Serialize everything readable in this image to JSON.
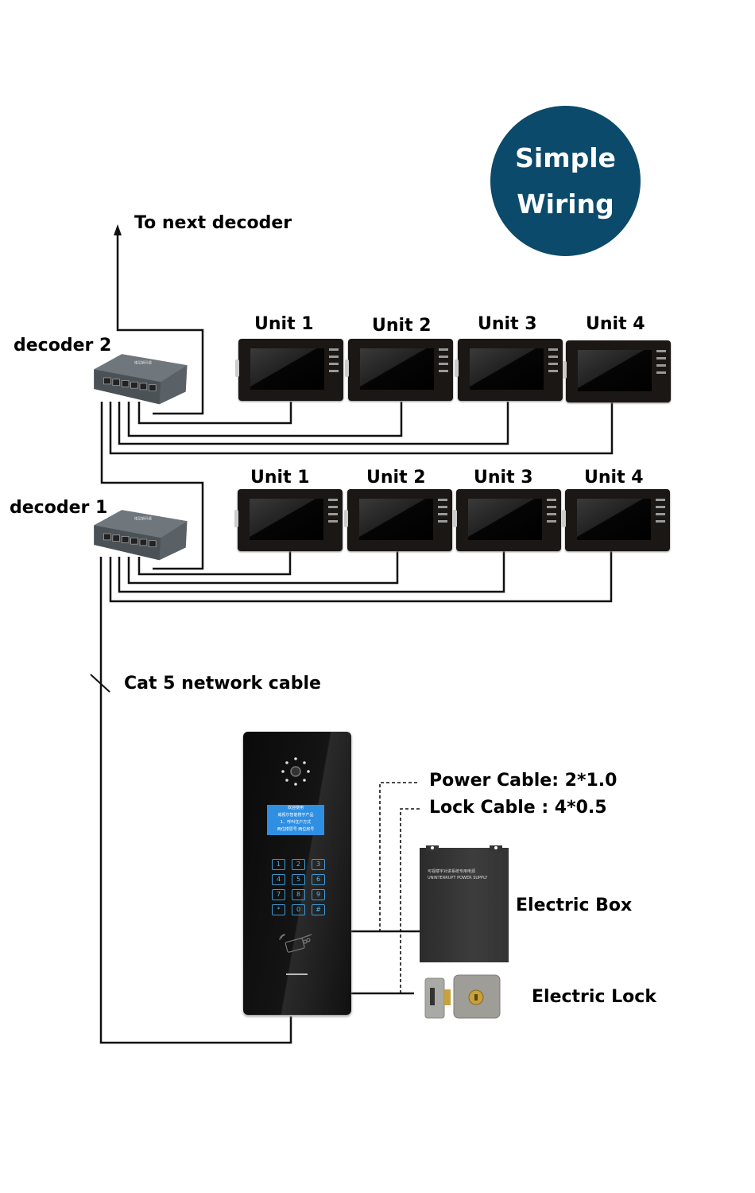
{
  "badge": {
    "line1": "Simple",
    "line2": "Wiring",
    "color": "#0b4a6b"
  },
  "labels": {
    "next_decoder": "To next decoder",
    "decoder2": "decoder 2",
    "decoder1": "decoder 1",
    "cat5": "Cat 5 network cable",
    "power_cable": "Power Cable:  2*1.0",
    "lock_cable": "Lock Cable : 4*0.5",
    "electric_box": "Electric Box",
    "electric_lock": "Electric Lock"
  },
  "floors": [
    {
      "decoder": "decoder 2",
      "units": [
        "Unit 1",
        "Unit 2",
        "Unit 3",
        "Unit 4"
      ]
    },
    {
      "decoder": "decoder 1",
      "units": [
        "Unit 1",
        "Unit 2",
        "Unit 3",
        "Unit 4"
      ]
    }
  ],
  "device_text": {
    "decoder_title": "楼层解码器",
    "lcd": [
      "欢迎使用",
      "威视尔智能楼宇产品",
      "1、呼叫住户方式",
      "两位楼层号  两位房号"
    ],
    "keys": [
      "1",
      "2",
      "3",
      "4",
      "5",
      "6",
      "7",
      "8",
      "9",
      "*",
      "0",
      "#"
    ],
    "power_supply_cn": "可视楼宇对讲系统专用电源",
    "power_supply_en": "UNINTERRUPT POWER SUPPLY"
  }
}
